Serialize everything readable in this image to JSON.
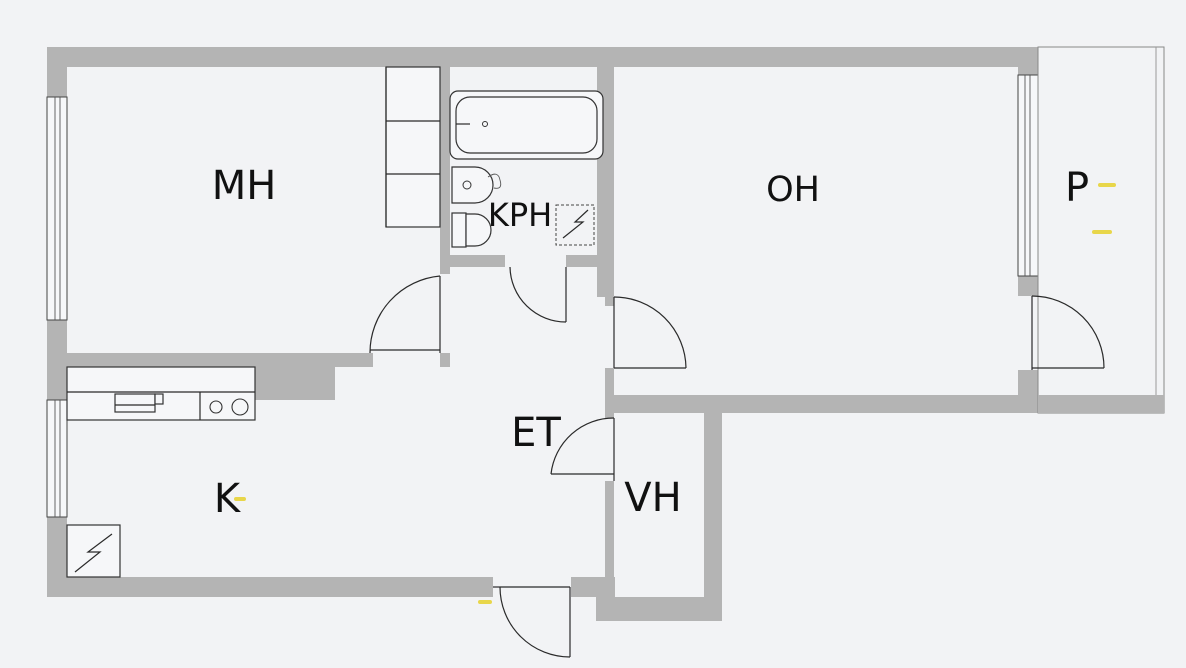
{
  "floorplan": {
    "rooms": [
      {
        "id": "mh",
        "label": "MH"
      },
      {
        "id": "kph",
        "label": "KPH"
      },
      {
        "id": "oh",
        "label": "OH"
      },
      {
        "id": "p",
        "label": "P"
      },
      {
        "id": "et",
        "label": "ET"
      },
      {
        "id": "k",
        "label": "K"
      },
      {
        "id": "vh",
        "label": "VH"
      }
    ]
  }
}
